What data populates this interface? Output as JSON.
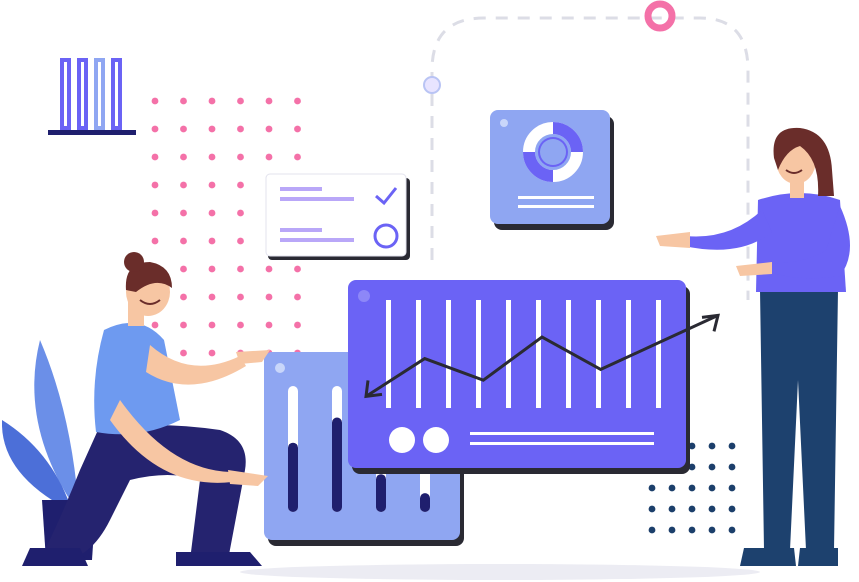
{
  "colors": {
    "primary": "#6b63f5",
    "primary_light": "#8fa6f2",
    "panel_blue": "#7f9cf0",
    "navy": "#1f1f6e",
    "dark_teal": "#1c3f6b",
    "pink": "#f471a8",
    "lavender": "#b9a7f8",
    "outline": "#2a2a33",
    "skin": "#f7c6a3",
    "hair": "#6a2d2a",
    "shirt_blue": "#6e9af0",
    "pant_navy": "#25236f",
    "pant_teal": "#1d416e",
    "plant": "#6b8fe8",
    "dash": "#dcdde6",
    "shadow": "#ececf3"
  },
  "illustration": {
    "subject": "two-people-analyzing-data-charts",
    "icons": [
      "bar-chart-icon",
      "donut-chart-icon",
      "checklist-card",
      "trend-line-chart",
      "vertical-bar-panel",
      "dotted-grid-pattern",
      "potted-plant",
      "dashed-connector-path"
    ]
  },
  "line_panel": {
    "bar_count": 10,
    "trend_points": [
      0.2,
      0.55,
      0.35,
      0.75,
      0.45,
      0.7,
      0.95
    ]
  },
  "small_bars": {
    "values": [
      0.55,
      0.75,
      0.3,
      0.15
    ]
  },
  "mini_bar_icon": {
    "values": [
      1.0,
      1.0,
      1.0,
      1.0
    ]
  }
}
